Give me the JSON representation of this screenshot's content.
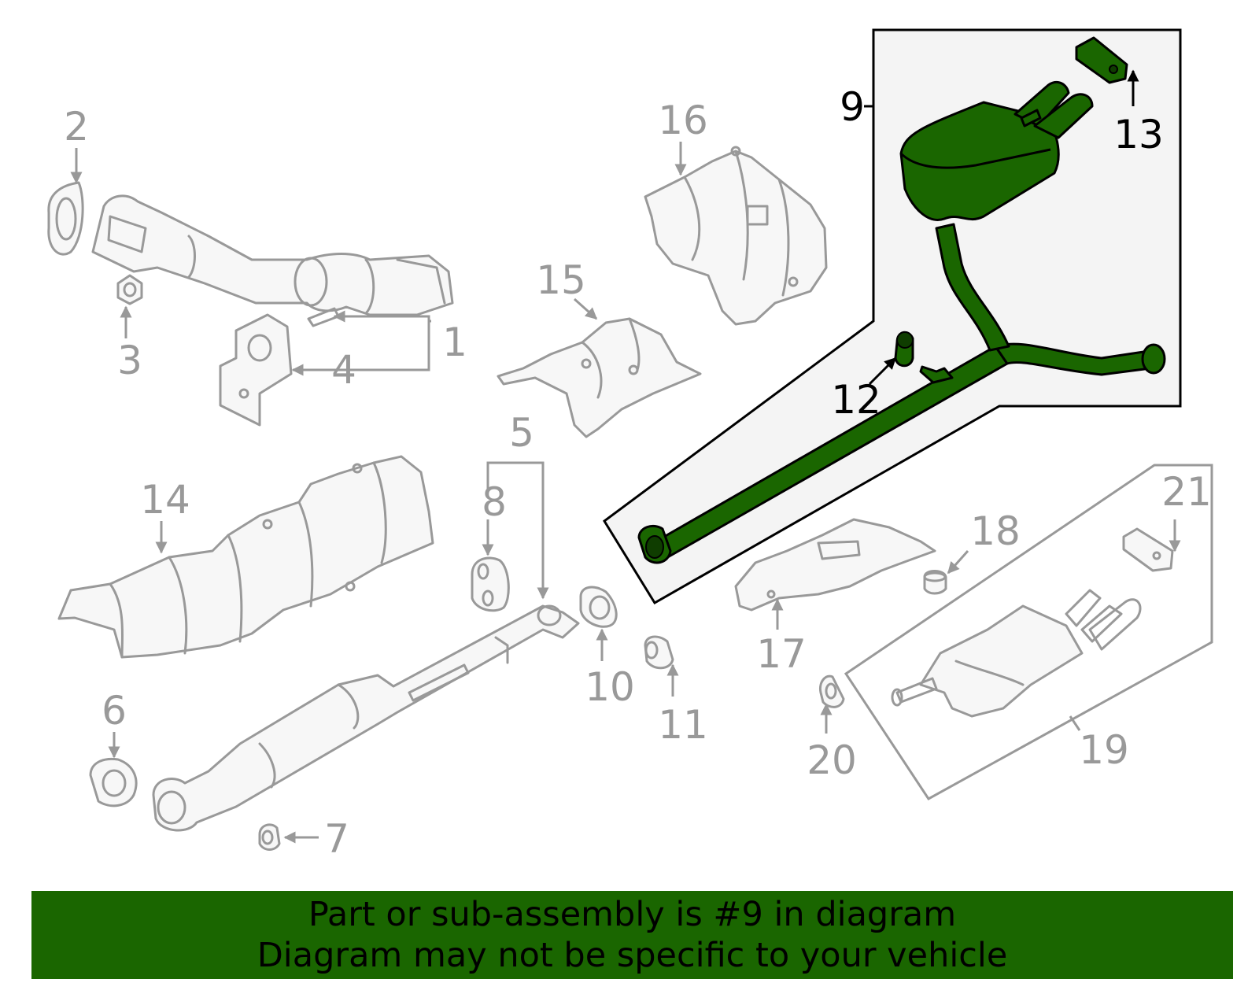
{
  "labels": {
    "l1": "1",
    "l2": "2",
    "l3": "3",
    "l4": "4",
    "l5": "5",
    "l6": "6",
    "l7": "7",
    "l8": "8",
    "l9": "9",
    "l10": "10",
    "l11": "11",
    "l12": "12",
    "l13": "13",
    "l14": "14",
    "l15": "15",
    "l16": "16",
    "l17": "17",
    "l18": "18",
    "l19": "19",
    "l20": "20",
    "l21": "21"
  },
  "highlighted_part": "9",
  "colors": {
    "highlight": "#1a6600",
    "line": "#999999",
    "banner": "#1a6600"
  },
  "banner": {
    "line1": "Part or sub-assembly is #9 in diagram",
    "line2": "Diagram may not be specific to your vehicle"
  }
}
